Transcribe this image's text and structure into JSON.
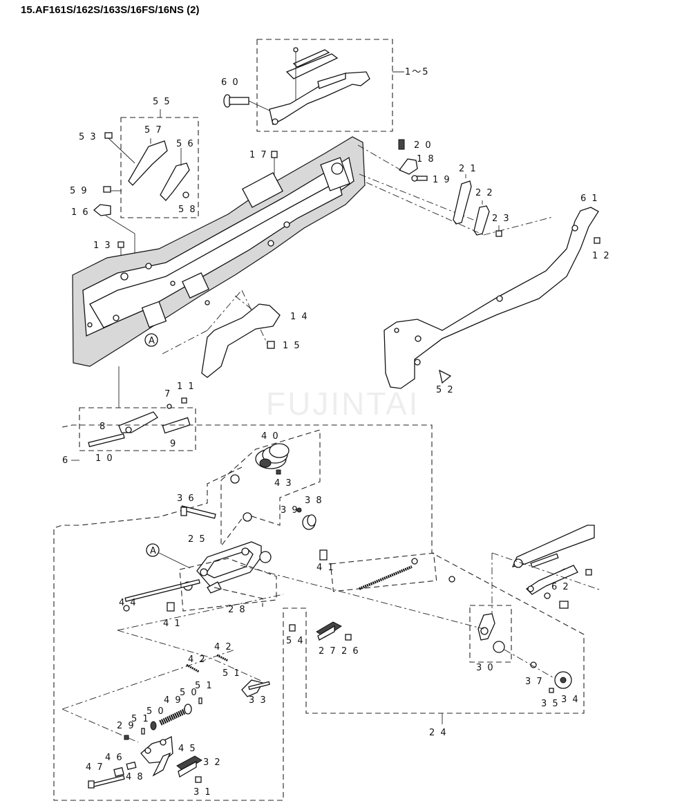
{
  "title": "15.AF161S/162S/163S/16FS/16NS (2)",
  "watermark": "FUJINTAI",
  "callouts": {
    "c1_5": "1～5",
    "c60": "6 0",
    "c55": "5 5",
    "c57": "5 7",
    "c56": "5 6",
    "c53": "5 3",
    "c17": "1 7",
    "c20": "2 0",
    "c18": "1 8",
    "c19": "1 9",
    "c21": "2 1",
    "c22": "2 2",
    "c23": "2 3",
    "c61": "6 1",
    "c12": "1 2",
    "c59": "5 9",
    "c58": "5 8",
    "c16": "1 6",
    "c13": "1 3",
    "c14": "1 4",
    "c15": "1 5",
    "cA1": "A",
    "c52": "5 2",
    "c11": "1 1",
    "c7": "7",
    "c8": "8",
    "c9": "9",
    "c10": "1 0",
    "c6": "6",
    "c40": "4 0",
    "c43": "4 3",
    "c36": "3 6",
    "c38": "3 8",
    "c39": "3 9",
    "c25": "2 5",
    "cA2": "A",
    "c41a": "4 1",
    "c44": "4 4",
    "c41b": "4 1",
    "c28": "2 8",
    "c62": "6 2",
    "c54": "5 4",
    "c27": "2 7",
    "c26": "2 6",
    "c30": "3 0",
    "c42a": "4 2",
    "c42b": "4 2",
    "c51a": "5 1",
    "c33": "3 3",
    "c37": "3 7",
    "c35": "3 5",
    "c34": "3 4",
    "c50a": "5 0",
    "c51b": "5 1",
    "c49": "4 9",
    "c29": "2 9",
    "c51c": "5 1",
    "c50b": "5 0",
    "c24": "2 4",
    "c45": "4 5",
    "c46": "4 6",
    "c47": "4 7",
    "c48": "4 8",
    "c32": "3 2",
    "c31": "3 1"
  }
}
